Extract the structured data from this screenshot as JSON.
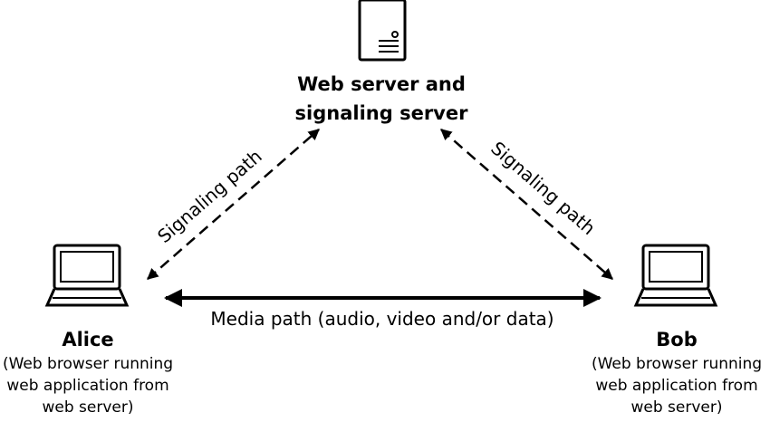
{
  "server": {
    "icon": "server-icon",
    "title_line1": "Web server and",
    "title_line2": "signaling server"
  },
  "alice": {
    "icon": "laptop-icon",
    "name": "Alice",
    "desc_line1": "(Web browser running",
    "desc_line2": "web application from",
    "desc_line3": "web server)"
  },
  "bob": {
    "icon": "laptop-icon",
    "name": "Bob",
    "desc_line1": "(Web browser running",
    "desc_line2": "web application from",
    "desc_line3": "web server)"
  },
  "paths": {
    "signaling_left": "Signaling path",
    "signaling_right": "Signaling path",
    "media": "Media path (audio, video and/or data)"
  },
  "colors": {
    "ink": "#000000",
    "background": "#ffffff"
  }
}
